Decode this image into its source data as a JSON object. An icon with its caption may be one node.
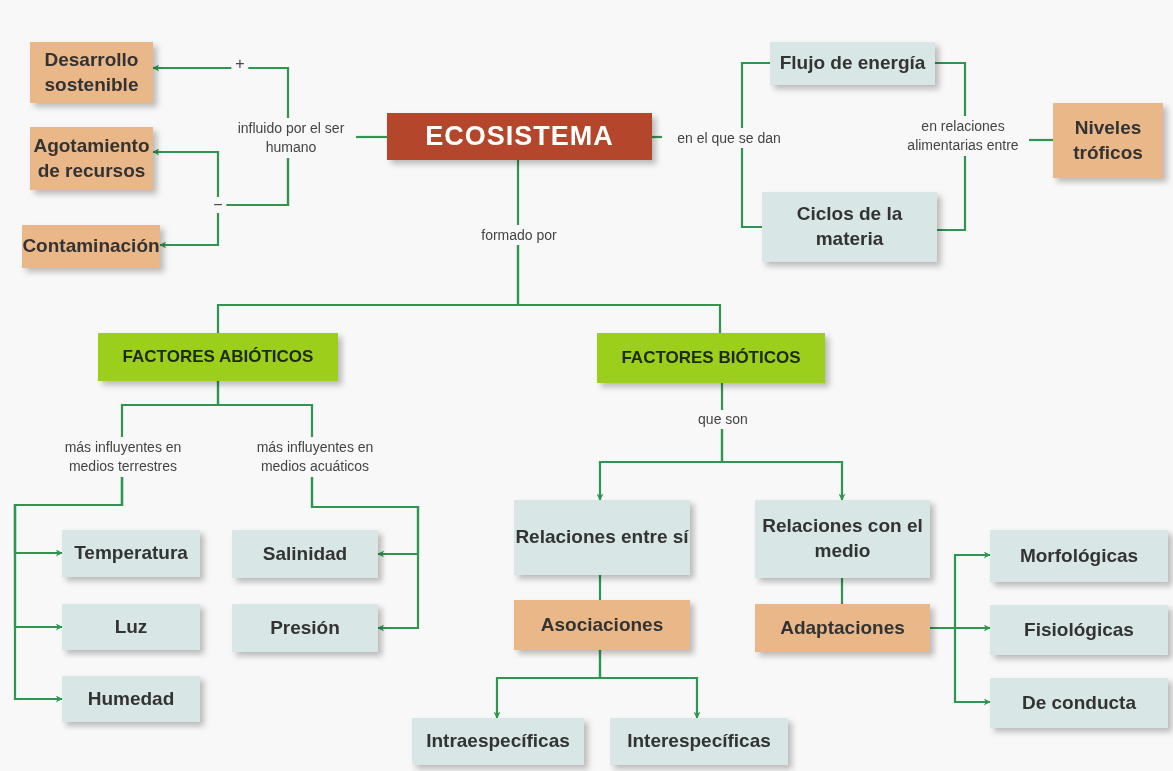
{
  "diagram": {
    "nodes": [
      {
        "text": [
          "ECOSISTEMA"
        ]
      },
      {
        "text": [
          "Desarrollo sostenible"
        ]
      },
      {
        "text": [
          "Agotamiento de recursos"
        ]
      },
      {
        "text": [
          "Contaminación"
        ]
      },
      {
        "text": [
          "influido por el ser humano"
        ]
      },
      {
        "text": [
          "en el que se dan"
        ]
      },
      {
        "text": [
          "Flujo de energía"
        ]
      },
      {
        "text": [
          "Ciclos de la materia"
        ]
      },
      {
        "text": [
          "en relaciones alimentarias entre"
        ]
      },
      {
        "text": [
          "Niveles tróficos"
        ]
      },
      {
        "text": [
          "formado por"
        ]
      },
      {
        "text": [
          "FACTORES ABIÓTICOS"
        ]
      },
      {
        "text": [
          "FACTORES BIÓTICOS"
        ]
      },
      {
        "text": [
          "más influyentes en medios terrestres"
        ]
      },
      {
        "text": [
          "más influyentes en medios acuáticos"
        ]
      },
      {
        "text": [
          "Temperatura"
        ]
      },
      {
        "text": [
          "Luz"
        ]
      },
      {
        "text": [
          "Humedad"
        ]
      },
      {
        "text": [
          "Salinidad"
        ]
      },
      {
        "text": [
          "Presión"
        ]
      },
      {
        "text": [
          "que son"
        ]
      },
      {
        "text": [
          "Relaciones entre sí"
        ]
      },
      {
        "text": [
          "Relaciones con el medio"
        ]
      },
      {
        "text": [
          "Asociaciones"
        ]
      },
      {
        "text": [
          "Adaptaciones"
        ]
      },
      {
        "text": [
          "Intraespecíficas"
        ]
      },
      {
        "text": [
          "Interespecíficas"
        ]
      },
      {
        "text": [
          "Morfológicas"
        ]
      },
      {
        "text": [
          "Fisiológicas"
        ]
      },
      {
        "text": [
          "De conducta"
        ]
      }
    ],
    "edges": [
      {
        "from": 0,
        "to": 4,
        "arrow": "none"
      },
      {
        "from": 4,
        "to": 1,
        "arrow": "to",
        "label": "+"
      },
      {
        "from": 4,
        "to": 2,
        "arrow": "to",
        "label": "−"
      },
      {
        "from": 4,
        "to": 3,
        "arrow": "to"
      },
      {
        "from": 0,
        "to": 5,
        "arrow": "none"
      },
      {
        "from": 5,
        "to": 6,
        "arrow": "none"
      },
      {
        "from": 5,
        "to": 7,
        "arrow": "none"
      },
      {
        "from": 6,
        "to": 8,
        "arrow": "none"
      },
      {
        "from": 7,
        "to": 8,
        "arrow": "none"
      },
      {
        "from": 8,
        "to": 9,
        "arrow": "none"
      },
      {
        "from": 0,
        "to": 10,
        "arrow": "none"
      },
      {
        "from": 10,
        "to": 11,
        "arrow": "none"
      },
      {
        "from": 10,
        "to": 12,
        "arrow": "none"
      },
      {
        "from": 11,
        "to": 13,
        "arrow": "none"
      },
      {
        "from": 11,
        "to": 14,
        "arrow": "none"
      },
      {
        "from": 13,
        "to": 15,
        "arrow": "to"
      },
      {
        "from": 13,
        "to": 16,
        "arrow": "to"
      },
      {
        "from": 13,
        "to": 17,
        "arrow": "to"
      },
      {
        "from": 14,
        "to": 18,
        "arrow": "to"
      },
      {
        "from": 14,
        "to": 19,
        "arrow": "to"
      },
      {
        "from": 12,
        "to": 20,
        "arrow": "none"
      },
      {
        "from": 20,
        "to": 21,
        "arrow": "to"
      },
      {
        "from": 20,
        "to": 22,
        "arrow": "to"
      },
      {
        "from": 21,
        "to": 23,
        "arrow": "none"
      },
      {
        "from": 22,
        "to": 24,
        "arrow": "none"
      },
      {
        "from": 23,
        "to": 25,
        "arrow": "to"
      },
      {
        "from": 23,
        "to": 26,
        "arrow": "to"
      },
      {
        "from": 24,
        "to": 27,
        "arrow": "to"
      },
      {
        "from": 24,
        "to": 28,
        "arrow": "to"
      },
      {
        "from": 24,
        "to": 29,
        "arrow": "to"
      }
    ]
  }
}
